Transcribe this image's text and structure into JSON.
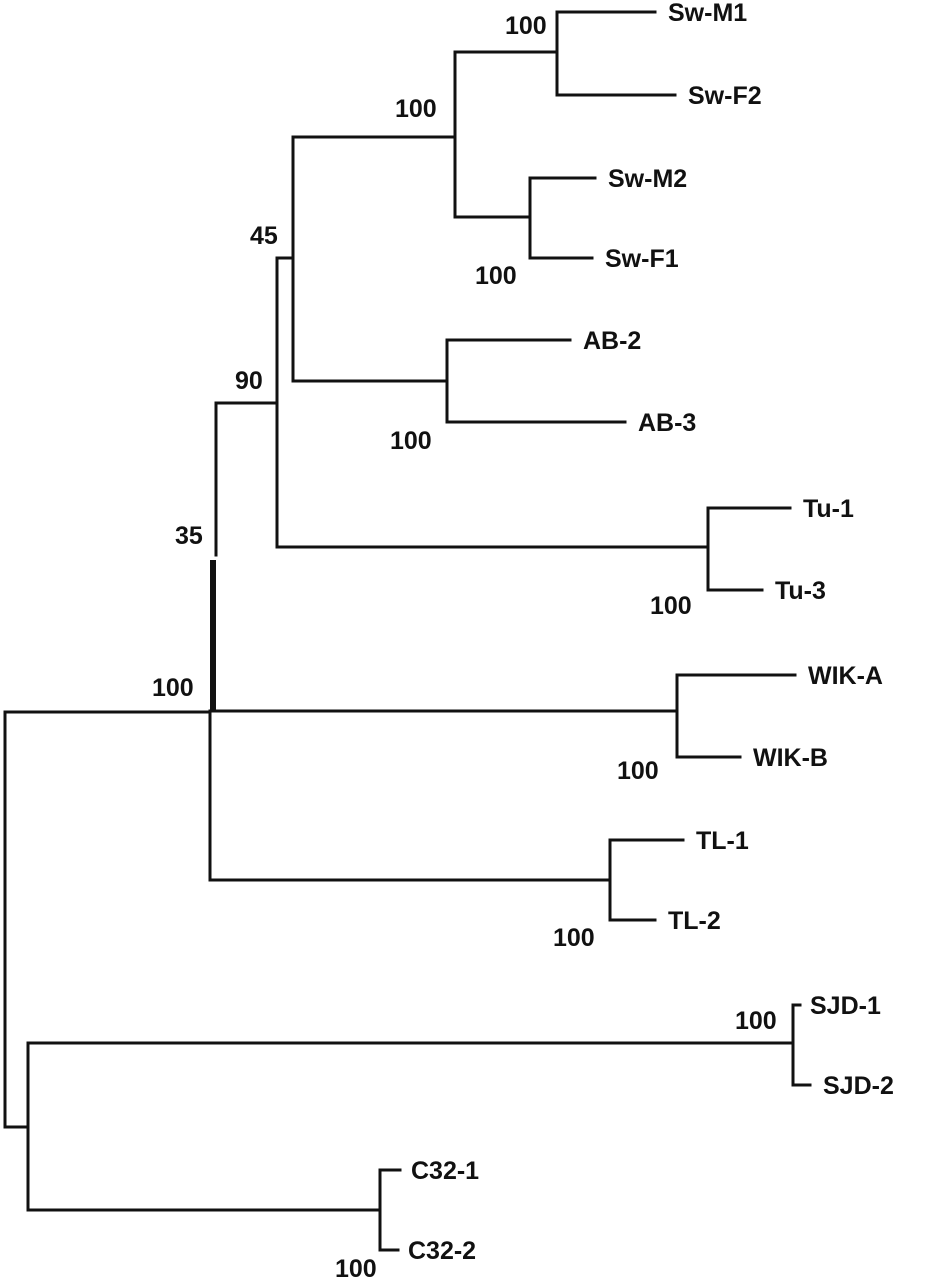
{
  "tree": {
    "leaves": [
      "Sw-M1",
      "Sw-F2",
      "Sw-M2",
      "Sw-F1",
      "AB-2",
      "AB-3",
      "Tu-1",
      "Tu-3",
      "WIK-A",
      "WIK-B",
      "TL-1",
      "TL-2",
      "SJD-1",
      "SJD-2",
      "C32-1",
      "C32-2"
    ],
    "bootstrap": {
      "sw_m1_f2": "100",
      "sw_m2_f1": "100",
      "sw_clade": "100",
      "ab_clade": "100",
      "node_45": "45",
      "tu_clade": "100",
      "node_90": "90",
      "node_35": "35",
      "wik_clade": "100",
      "node_100_main": "100",
      "tl_clade": "100",
      "sjd_clade": "100",
      "c32_clade": "100"
    },
    "line_color": "#111111"
  }
}
